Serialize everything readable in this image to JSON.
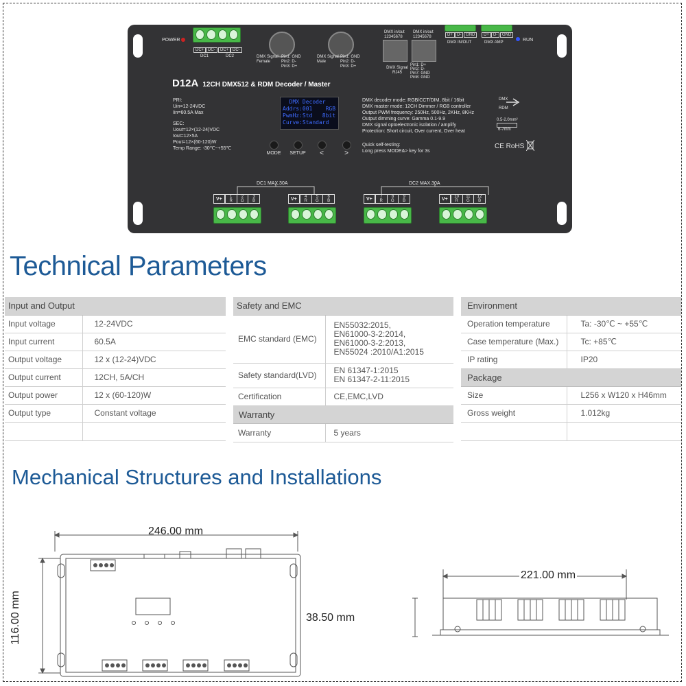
{
  "device": {
    "power_label": "POWER",
    "run_label": "RUN",
    "dc_labels": [
      "DC+",
      "DC-",
      "DC+",
      "DC-"
    ],
    "dc1_label": "DC1",
    "dc2_label": "DC2",
    "dmx_female": "DMX Signal Female",
    "dmx_male": "DMX Signal Male",
    "pins_female": [
      "Pin1: GND",
      "Pin2: D-",
      "Pin3: D+"
    ],
    "pins_male": [
      "Pin1: GND",
      "Pin2: D-",
      "Pin3: D+"
    ],
    "rj45_in_out_a": "DMX in/out",
    "rj45_in_out_b": "DMX in/out",
    "rj45_pins_numbers": "12345678",
    "rj45_label": "DMX Signal RJ45",
    "rj45_pins": [
      "Pin1: D+",
      "Pin2: D-",
      "Pin7: GND",
      "Pin8: GND"
    ],
    "dmx_inout_terms": [
      "D+",
      "D-",
      "GND"
    ],
    "dmx_amp_terms": [
      "D+",
      "D-",
      "GND"
    ],
    "dmx_inout_label": "DMX IN/OUT",
    "dmx_amp_label": "DMX AMP",
    "model": "D12A",
    "description": "12CH DMX512 & RDM Decoder / Master",
    "pri_lines": [
      "PRI:",
      "Uin=12-24VDC",
      "Iin=60.5A Max"
    ],
    "sec_lines": [
      "SEC:",
      "Uout=12×(12-24)VDC",
      "Iout=12×5A",
      "Pout=12×(60-120)W",
      "Temp Range: -30℃~+55℃"
    ],
    "screen_lines": [
      "  DMX Decoder",
      "Addrs:001    RGB",
      "PwmHz:Std   8bit",
      "Curve:Standard"
    ],
    "buttons": [
      "MODE",
      "SETUP",
      "<",
      ">"
    ],
    "features": [
      "DMX decoder mode: RGB/CCT/DIM, 8bit / 16bit",
      "DMX master mode: 12CH Dimmer / RGB controller",
      "Output PWM frequency: 250Hz, 500Hz, 2KHz, 8KHz",
      "Output dimming curve: Gamma 0.1-9.9",
      "DMX signal optoelectronic isolation / amplify",
      "Protection: Short circuit, Over current, Over heat"
    ],
    "self_test": [
      "Quick self-testing:",
      "Long press MODE&> key for 3s"
    ],
    "dmx_rdm": [
      "DMX",
      "RDM"
    ],
    "wire_spec": [
      "0.5-2.0mm²",
      "6-7mm"
    ],
    "cert_marks": "CE RoHS",
    "dc1_max": "DC1  MAX.30A",
    "dc2_max": "DC2  MAX.30A",
    "channel_groups": [
      {
        "vplus": "V+",
        "nums": [
          "1",
          "2",
          "3"
        ],
        "cols": [
          "R",
          "G",
          "B"
        ]
      },
      {
        "vplus": "V+",
        "nums": [
          "4",
          "5",
          "6"
        ],
        "cols": [
          "R",
          "G",
          "B"
        ]
      },
      {
        "vplus": "V+",
        "nums": [
          "7",
          "8",
          "9"
        ],
        "cols": [
          "R",
          "G",
          "B"
        ]
      },
      {
        "vplus": "V+",
        "nums": [
          "10",
          "11",
          "12"
        ],
        "cols": [
          "R",
          "G",
          "B"
        ]
      }
    ]
  },
  "technical": {
    "title": "Technical Parameters",
    "io": {
      "header": "Input and Output",
      "rows": [
        {
          "label": "Input voltage",
          "value": "12-24VDC"
        },
        {
          "label": "Input current",
          "value": "60.5A"
        },
        {
          "label": "Output voltage",
          "value": "12 x (12-24)VDC"
        },
        {
          "label": "Output current",
          "value": "12CH, 5A/CH"
        },
        {
          "label": "Output power",
          "value": "12 x (60-120)W"
        },
        {
          "label": "Output type",
          "value": "Constant voltage"
        },
        {
          "label": "",
          "value": ""
        }
      ]
    },
    "safety": {
      "header": "Safety and EMC",
      "emc_label": "EMC standard (EMC)",
      "emc_values": [
        "EN55032:2015,",
        "EN61000-3-2:2014,",
        "EN61000-3-2:2013,",
        "EN55024 :2010/A1:2015"
      ],
      "lvd_label": "Safety standard(LVD)",
      "lvd_values": [
        "EN 61347-1:2015",
        "EN 61347-2-11:2015"
      ],
      "cert_label": "Certification",
      "cert_value": "CE,EMC,LVD",
      "warranty_header": "Warranty",
      "warranty_label": "Warranty",
      "warranty_value": "5 years"
    },
    "environment": {
      "header": "Environment",
      "rows": [
        {
          "label": "Operation temperature",
          "value": "Ta: -30℃ ~ +55℃"
        },
        {
          "label": "Case temperature (Max.)",
          "value": "Tc: +85℃"
        },
        {
          "label": "IP rating",
          "value": "IP20"
        }
      ],
      "package_header": "Package",
      "package_rows": [
        {
          "label": "Size",
          "value": "L256 x W120 x H46mm"
        },
        {
          "label": "Gross weight",
          "value": "1.012kg"
        },
        {
          "label": "",
          "value": ""
        }
      ]
    }
  },
  "mechanical": {
    "title": "Mechanical Structures and Installations",
    "width": "246.00 mm",
    "height": "116.00 mm",
    "depth": "38.50 mm",
    "side_width": "221.00 mm"
  }
}
